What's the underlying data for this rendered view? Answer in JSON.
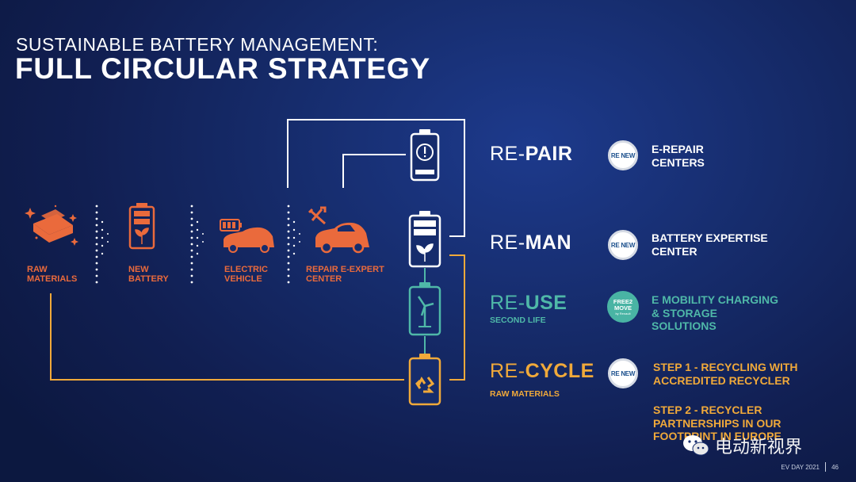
{
  "title": {
    "line1": "SUSTAINABLE BATTERY MANAGEMENT:",
    "line2": "FULL CIRCULAR STRATEGY"
  },
  "flow": [
    {
      "label_line1": "RAW",
      "label_line2": "MATERIALS",
      "icon": "raw-materials-icon"
    },
    {
      "label_line1": "NEW",
      "label_line2": "BATTERY",
      "icon": "new-battery-icon"
    },
    {
      "label_line1": "ELECTRIC",
      "label_line2": "VEHICLE",
      "icon": "electric-vehicle-icon"
    },
    {
      "label_line1": "REPAIR E-EXPERT",
      "label_line2": "CENTER",
      "icon": "repair-car-icon"
    }
  ],
  "stages": [
    {
      "prefix": "RE-",
      "suffix": "PAIR",
      "sub": "",
      "logo": "RE NEW",
      "desc_lines": [
        "E-REPAIR",
        "CENTERS"
      ],
      "color": "#ffffff"
    },
    {
      "prefix": "RE-",
      "suffix": "MAN",
      "sub": "",
      "logo": "RE NEW",
      "desc_lines": [
        "BATTERY EXPERTISE",
        "CENTER"
      ],
      "color": "#ffffff"
    },
    {
      "prefix": "RE-",
      "suffix": "USE",
      "sub": "SECOND LIFE",
      "logo_lines": [
        "FREE2",
        "MOVE",
        "by Renault"
      ],
      "desc_lines": [
        "E MOBILITY CHARGING",
        "& STORAGE",
        "SOLUTIONS"
      ],
      "color": "#4fb8a8"
    },
    {
      "prefix": "RE-",
      "suffix": "CYCLE",
      "sub": "RAW MATERIALS",
      "logo": "RE NEW",
      "desc_lines": [
        "STEP 1 - RECYCLING WITH",
        "ACCREDITED RECYCLER"
      ],
      "desc2_lines": [
        "STEP 2 - RECYCLER",
        "PARTNERSHIPS IN OUR",
        "FOOTPRINT IN EUROPE"
      ],
      "color": "#f0a93a"
    }
  ],
  "colors": {
    "orange": "#ea6a3c",
    "teal": "#4fb8a8",
    "gold": "#f0a93a",
    "white": "#ffffff",
    "background": "#162c6c"
  },
  "footer": {
    "event": "EV DAY 2021",
    "page": "46"
  },
  "watermark": {
    "text": "电动新视界",
    "icon": "wechat-icon"
  }
}
